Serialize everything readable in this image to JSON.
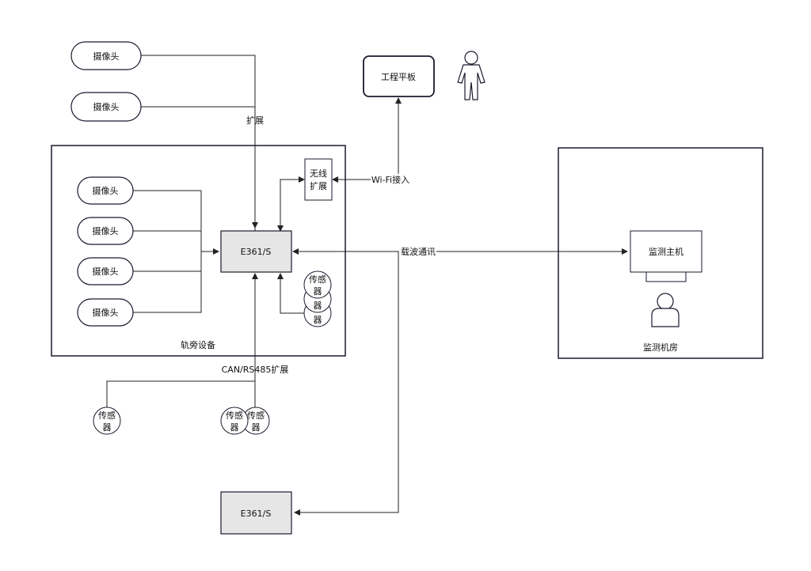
{
  "labels": {
    "camera": "摄像头",
    "sensor_line1": "传感",
    "sensor_line2": "器",
    "extension": "扩展",
    "tablet": "工程平板",
    "wireless_line1": "无线",
    "wireless_line2": "扩展",
    "wifi": "Wi-Fi接入",
    "device_main": "E361/S",
    "device_remote": "E361/S",
    "carrier": "载波通讯",
    "trackside": "轨旁设备",
    "can_rs485": "CAN/RS485扩展",
    "monitor_host": "监测主机",
    "monitor_room": "监测机房"
  },
  "icons": [
    "person-icon",
    "user-avatar-icon"
  ],
  "colors": {
    "stroke": "#1a1a2e",
    "line": "#222222",
    "device_fill": "#e6e6e6",
    "background": "#ffffff"
  }
}
